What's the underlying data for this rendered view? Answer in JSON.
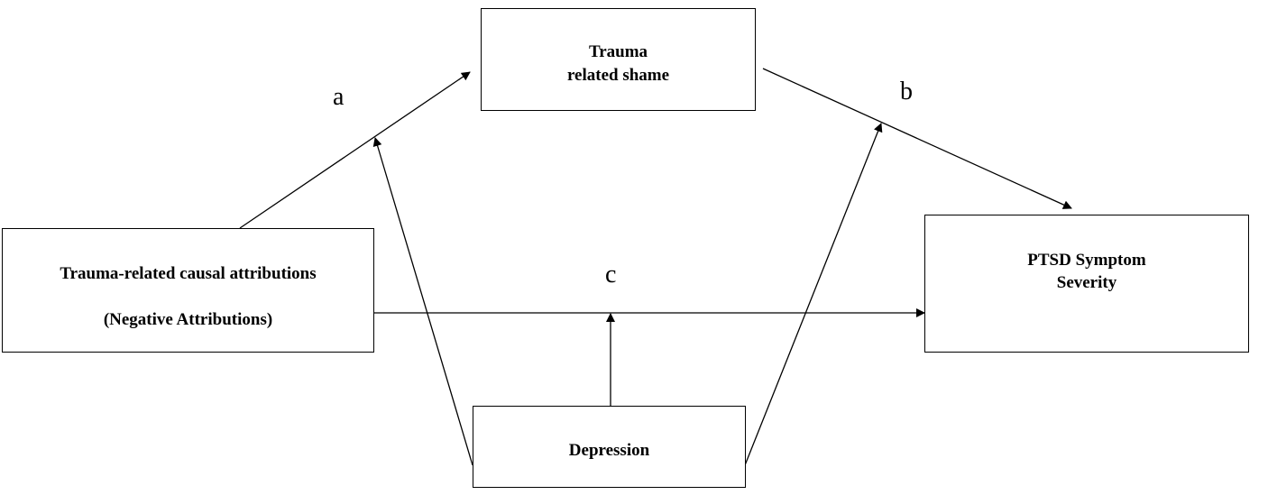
{
  "nodes": {
    "shame": {
      "line1": "Trauma",
      "line2": "related shame"
    },
    "attributions": {
      "line1": "Trauma-related causal attributions",
      "line2": "(Negative Attributions)"
    },
    "ptsd": {
      "line1": "PTSD Symptom",
      "line2": "Severity"
    },
    "depression": {
      "line1": "Depression"
    }
  },
  "edges": [
    {
      "from": "attributions",
      "to": "shame",
      "label": "a"
    },
    {
      "from": "shame",
      "to": "ptsd",
      "label": "b"
    },
    {
      "from": "attributions",
      "to": "ptsd",
      "label": "c"
    },
    {
      "from": "depression",
      "to": "path-a",
      "label": ""
    },
    {
      "from": "depression",
      "to": "path-b",
      "label": ""
    },
    {
      "from": "depression",
      "to": "path-c",
      "label": ""
    }
  ],
  "colors": {
    "stroke": "#000000",
    "background": "#ffffff"
  }
}
